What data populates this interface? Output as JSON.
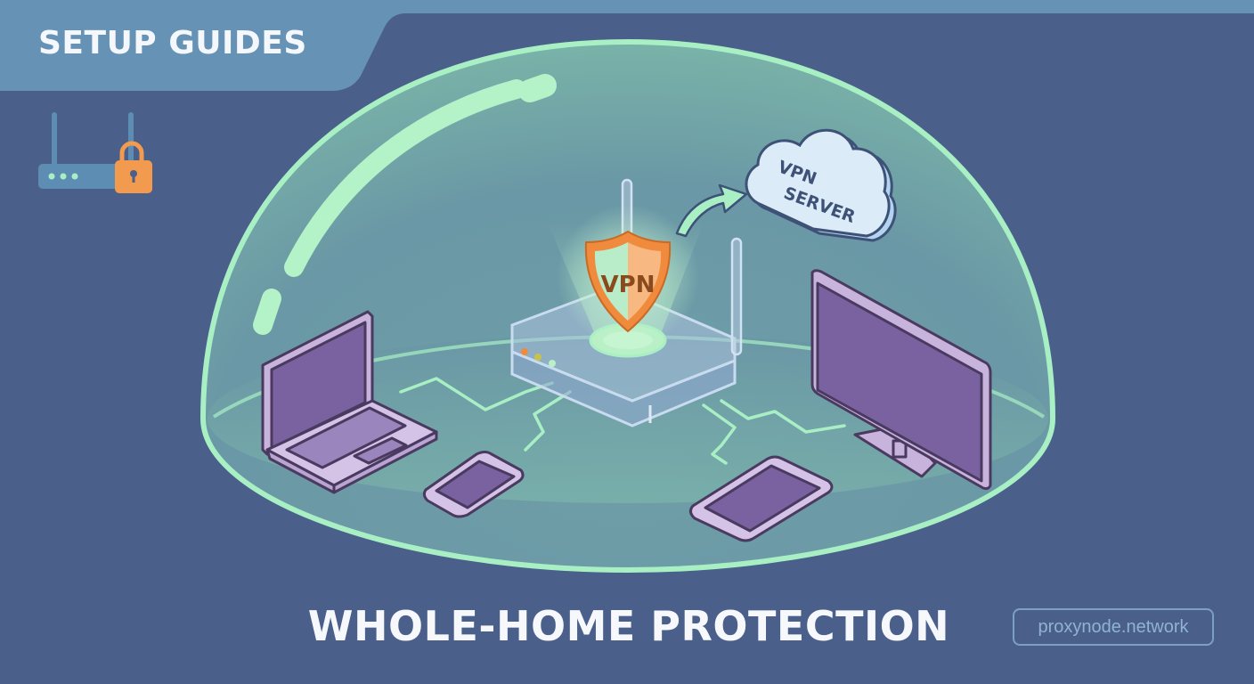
{
  "banner": {
    "title": "SETUP GUIDES"
  },
  "illustration": {
    "shield_label": "VPN",
    "cloud_label_line1": "VPN",
    "cloud_label_line2": "SERVER",
    "devices": [
      "laptop",
      "smartphone",
      "tablet",
      "monitor"
    ],
    "central_device": "router"
  },
  "headline": "WHOLE-HOME PROTECTION",
  "footer": {
    "site_link": "proxynode.network"
  },
  "colors": {
    "background": "#4a5f8a",
    "banner": "#6592b5",
    "dome_outline": "#a8efc4",
    "shield_orange": "#f08a3c",
    "device_purple": "#7a62a0",
    "lock_orange": "#f29a4e"
  }
}
